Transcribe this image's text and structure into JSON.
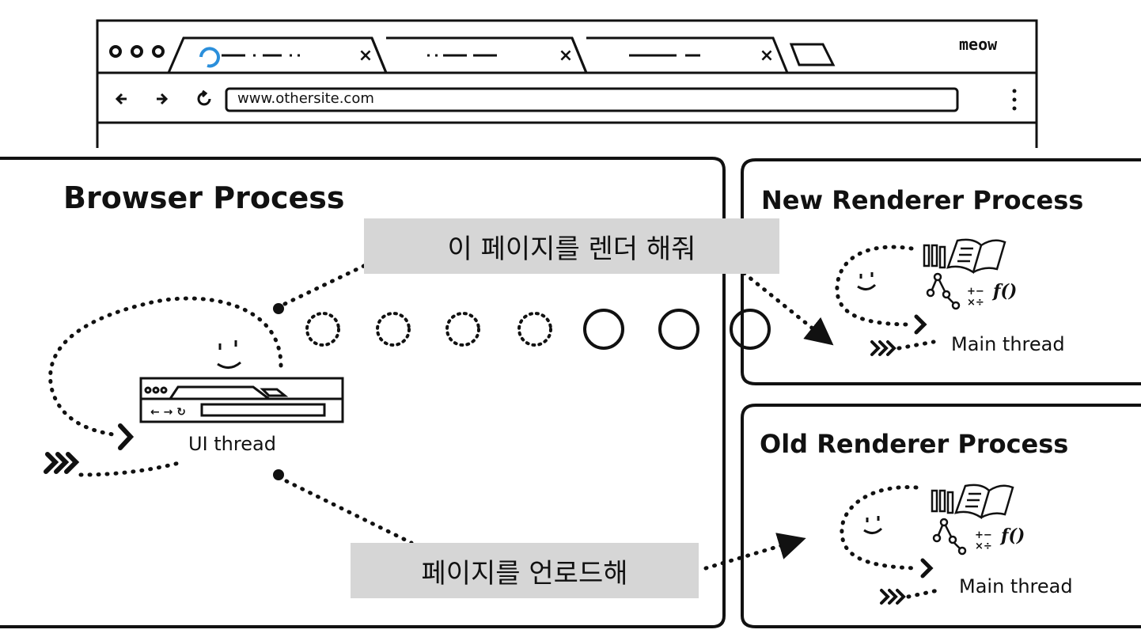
{
  "browser": {
    "brand": "meow",
    "url": "www.othersite.com",
    "tabs": [
      {
        "close": "×"
      },
      {
        "close": "×"
      },
      {
        "close": "×"
      }
    ]
  },
  "browser_process": {
    "title": "Browser Process",
    "ui_thread_label": "UI thread"
  },
  "new_renderer": {
    "title": "New Renderer Process",
    "main_thread_label": "Main thread"
  },
  "old_renderer": {
    "title": "Old Renderer Process",
    "main_thread_label": "Main thread"
  },
  "messages": {
    "render_page": "이 페이지를 렌더 해줘",
    "unload_page": "페이지를 언로드해"
  },
  "icons": [
    "back-arrow-icon",
    "forward-arrow-icon",
    "reload-icon",
    "menu-dots-icon",
    "loading-spinner-icon",
    "new-tab-icon",
    "window-controls-icon",
    "face-icon",
    "book-icon",
    "pencil-icon",
    "tree-icon",
    "math-icon",
    "function-icon",
    "chevrons-icon"
  ],
  "colors": {
    "ink": "#111111",
    "message_bg": "#d6d6d6",
    "spinner": "#2b8fdb"
  }
}
